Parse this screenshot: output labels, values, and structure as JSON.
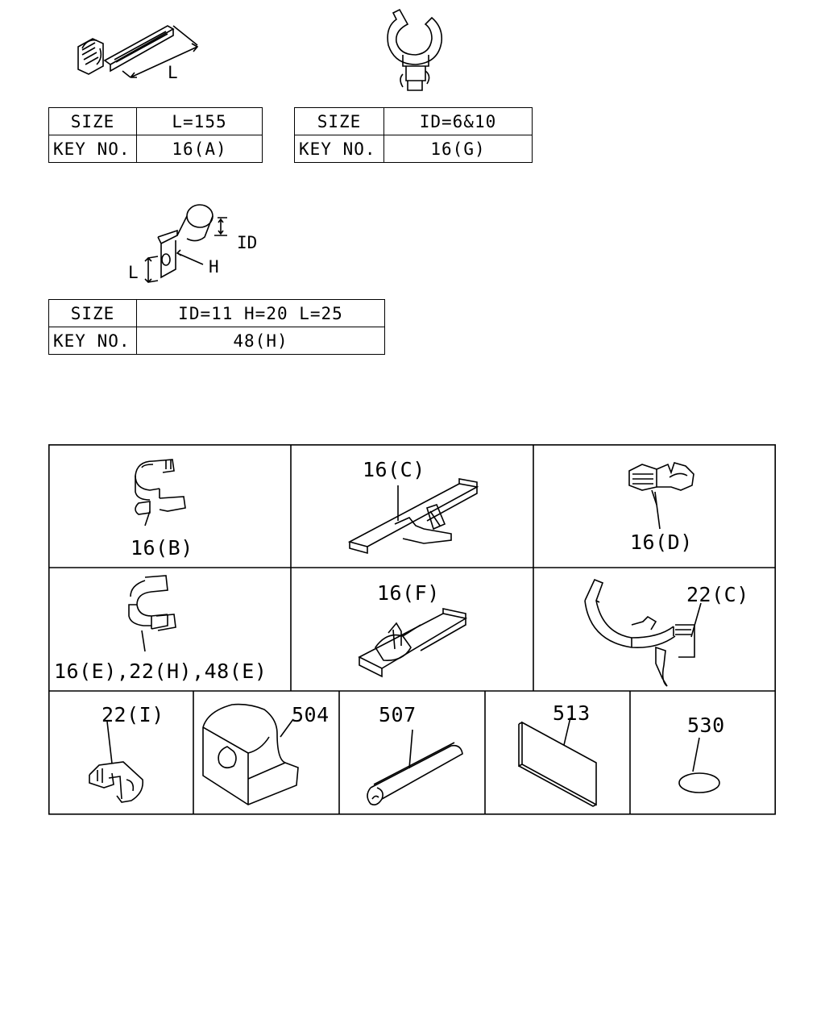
{
  "tables": [
    {
      "size_label": "SIZE",
      "size_value": "L=155",
      "key_label": "KEY NO.",
      "key_value": "16(A)"
    },
    {
      "size_label": "SIZE",
      "size_value": "ID=6&10",
      "key_label": "KEY NO.",
      "key_value": "16(G)"
    },
    {
      "size_label": "SIZE",
      "size_value": "ID=11 H=20 L=25",
      "key_label": "KEY NO.",
      "key_value": "48(H)"
    }
  ],
  "dims": {
    "a_L": "L",
    "h_ID": "ID",
    "h_H": "H",
    "h_L": "L"
  },
  "parts": {
    "b": "16(B)",
    "c": "16(C)",
    "d": "16(D)",
    "e": "16(E),22(H),48(E)",
    "f": "16(F)",
    "c22": "22(C)",
    "i22": "22(I)",
    "p504": "504",
    "p507": "507",
    "p513": "513",
    "p530": "530"
  }
}
